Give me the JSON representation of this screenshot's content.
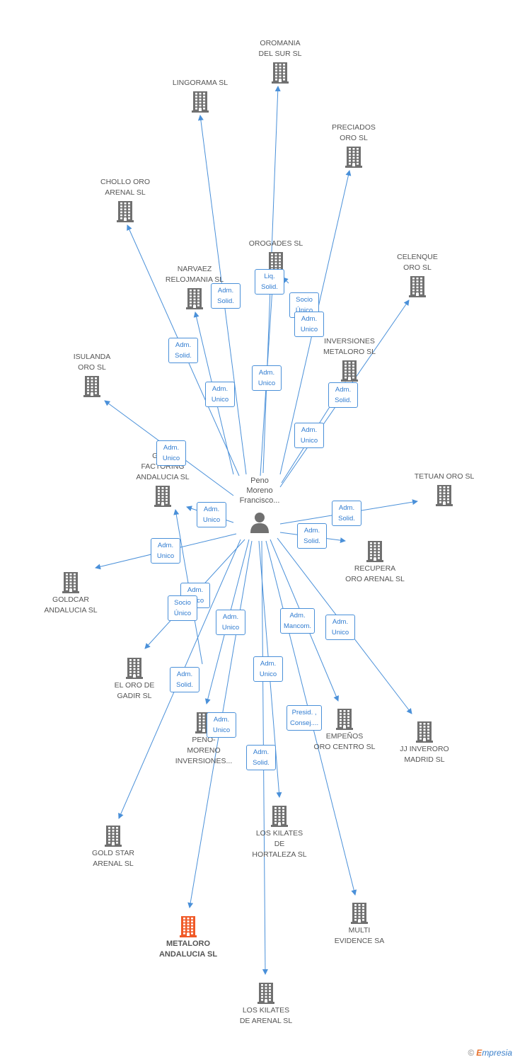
{
  "person": {
    "name": "Peno\nMoreno\nFrancisco..."
  },
  "companies": [
    {
      "id": "oromania",
      "label": "OROMANIA\nDEL SUR SL",
      "focus": false
    },
    {
      "id": "lingorama",
      "label": "LINGORAMA SL",
      "focus": false
    },
    {
      "id": "preciados",
      "label": "PRECIADOS\nORO  SL",
      "focus": false
    },
    {
      "id": "chollo",
      "label": "CHOLLO ORO\nARENAL SL",
      "focus": false
    },
    {
      "id": "orogades",
      "label": "OROGADES SL",
      "focus": false
    },
    {
      "id": "celenque",
      "label": "CELENQUE\nORO SL",
      "focus": false
    },
    {
      "id": "narvaez",
      "label": "NARVAEZ\nRELOJMANIA SL",
      "focus": false
    },
    {
      "id": "inversiones_metaloro",
      "label": "INVERSIONES\nMETALORO SL",
      "focus": false
    },
    {
      "id": "isulanda",
      "label": "ISULANDA\nORO SL",
      "focus": false
    },
    {
      "id": "gold_factoring",
      "label": "GOLD\nFACTORING\nANDALUCIA SL",
      "focus": false
    },
    {
      "id": "tetuan",
      "label": "TETUAN ORO SL",
      "focus": false
    },
    {
      "id": "recupera",
      "label": "RECUPERA\nORO ARENAL SL",
      "focus": false
    },
    {
      "id": "goldcar",
      "label": "GOLDCAR\nANDALUCIA SL",
      "focus": false
    },
    {
      "id": "el_oro_gadir",
      "label": "EL ORO DE\nGADIR SL",
      "focus": false
    },
    {
      "id": "peno_moreno_inv",
      "label": "PENO-\nMORENO\nINVERSIONES...",
      "focus": false
    },
    {
      "id": "empenos",
      "label": "EMPEÑOS\nORO CENTRO SL",
      "focus": false
    },
    {
      "id": "jj_inveroro",
      "label": "JJ INVERORO\nMADRID SL",
      "focus": false
    },
    {
      "id": "gold_star",
      "label": "GOLD STAR\nARENAL SL",
      "focus": false
    },
    {
      "id": "kilates_hortaleza",
      "label": "LOS KILATES\nDE\nHORTALEZA SL",
      "focus": false
    },
    {
      "id": "metaloro",
      "label": "METALORO\nANDALUCIA SL",
      "focus": true
    },
    {
      "id": "multi_evidence",
      "label": "MULTI\nEVIDENCE SA",
      "focus": false
    },
    {
      "id": "kilates_arenal",
      "label": "LOS KILATES\nDE ARENAL SL",
      "focus": false
    }
  ],
  "roles": [
    {
      "id": "r_orogades",
      "text": "Liq.\nSolid."
    },
    {
      "id": "r_lingorama",
      "text": "Adm.\nSolid."
    },
    {
      "id": "r_preciados_socio",
      "text": "Socio\nÚnico"
    },
    {
      "id": "r_preciados",
      "text": "Adm.\nUnico"
    },
    {
      "id": "r_chollo",
      "text": "Adm.\nSolid."
    },
    {
      "id": "r_oromania",
      "text": "Adm.\nUnico"
    },
    {
      "id": "r_narvaez",
      "text": "Adm.\nUnico"
    },
    {
      "id": "r_celenque",
      "text": "Adm.\nSolid."
    },
    {
      "id": "r_inv_metaloro",
      "text": "Adm.\nUnico"
    },
    {
      "id": "r_isulanda",
      "text": "Adm.\nUnico"
    },
    {
      "id": "r_gold_factoring",
      "text": "Adm.\nUnico"
    },
    {
      "id": "r_tetuan",
      "text": "Adm.\nSolid."
    },
    {
      "id": "r_recupera",
      "text": "Adm.\nSolid."
    },
    {
      "id": "r_goldcar",
      "text": "Adm.\nUnico"
    },
    {
      "id": "r_el_oro",
      "text": "Adm.\nUnico"
    },
    {
      "id": "r_el_oro_socio",
      "text": "Socio\nÚnico"
    },
    {
      "id": "r_metaloro_adm",
      "text": "Adm.\nUnico"
    },
    {
      "id": "r_empenos",
      "text": "Adm.\nMancom."
    },
    {
      "id": "r_jj",
      "text": "Adm.\nUnico"
    },
    {
      "id": "r_gold_star",
      "text": "Adm.\nSolid."
    },
    {
      "id": "r_kilates_hortaleza",
      "text": "Adm.\nUnico"
    },
    {
      "id": "r_peno_inv",
      "text": "Adm.\nUnico"
    },
    {
      "id": "r_multi",
      "text": "Presid. ,\nConsej...."
    },
    {
      "id": "r_kilates_arenal",
      "text": "Adm.\nSolid."
    }
  ],
  "footer": {
    "copyright": "©",
    "brand_first": "E",
    "brand_rest": "mpresia"
  },
  "colors": {
    "edge": "#4a90d9",
    "building": "#707070",
    "focus_building": "#f05a28",
    "person": "#707070"
  }
}
